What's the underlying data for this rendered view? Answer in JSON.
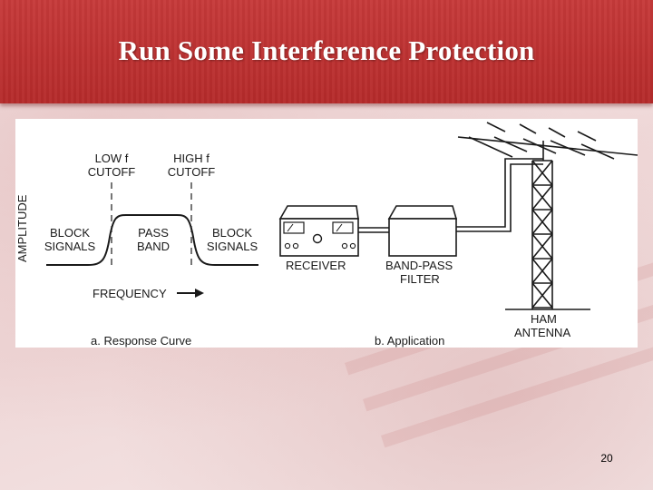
{
  "slide": {
    "title": "Run Some Interference Protection",
    "page_number": "20"
  },
  "response_curve": {
    "caption": "a. Response Curve",
    "y_axis_label": "AMPLITUDE",
    "x_axis_label": "FREQUENCY",
    "low_cutoff": [
      "LOW f",
      "CUTOFF"
    ],
    "high_cutoff": [
      "HIGH f",
      "CUTOFF"
    ],
    "block_left": [
      "BLOCK",
      "SIGNALS"
    ],
    "pass_band": [
      "PASS",
      "BAND"
    ],
    "block_right": [
      "BLOCK",
      "SIGNALS"
    ]
  },
  "application": {
    "caption": "b. Application",
    "receiver_label": "RECEIVER",
    "filter_label": [
      "BAND-PASS",
      "FILTER"
    ],
    "antenna_label": [
      "HAM",
      "ANTENNA"
    ]
  },
  "colors": {
    "header_red": "#b52a2a",
    "title_text": "#ffffff",
    "line_art": "#1a1a1a"
  }
}
